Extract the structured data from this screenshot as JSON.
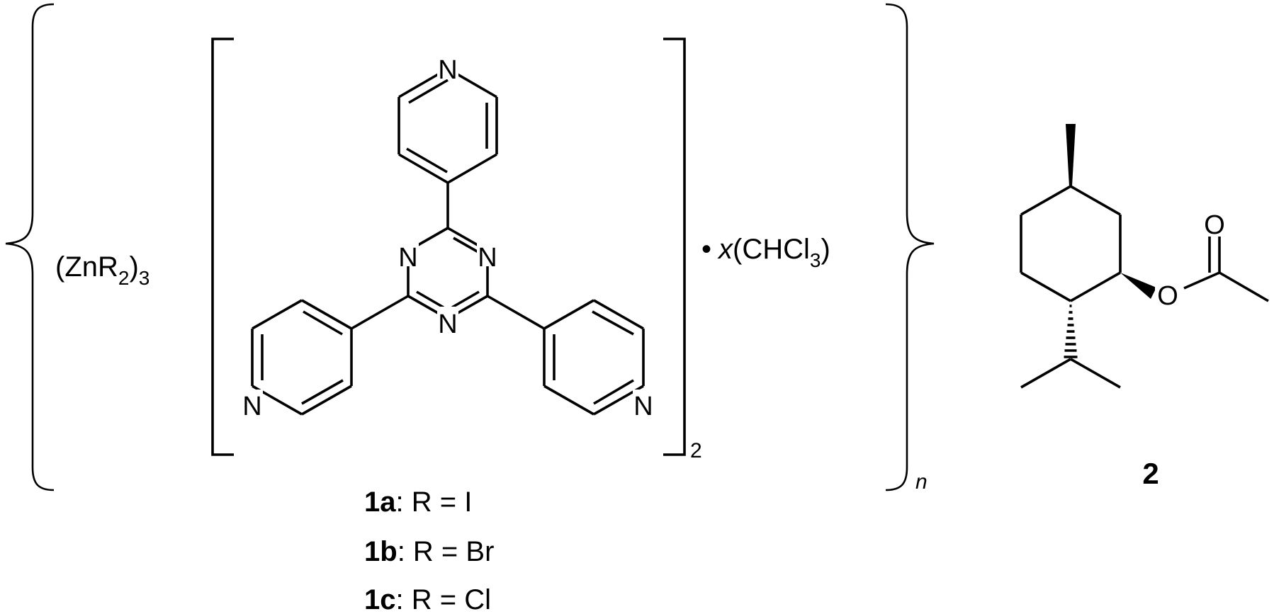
{
  "left_unit": {
    "open": "(ZnR",
    "subscript_2": "2",
    "close": ")",
    "subscript_3": "3"
  },
  "inner_subscript": "2",
  "solvate": {
    "dot": "•",
    "x": "x",
    "open": "(CHCl",
    "subscript": "3",
    "close": ")"
  },
  "polymer_subscript": "n",
  "atoms": {
    "N": "N",
    "O": "O"
  },
  "compound_1_labels": [
    {
      "id": "1a",
      "num": "1",
      "letter": "a",
      "sep": ": ",
      "text": "R = I"
    },
    {
      "id": "1b",
      "num": "1",
      "letter": "b",
      "sep": ": ",
      "text": "R = Br"
    },
    {
      "id": "1c",
      "num": "1",
      "letter": "c",
      "sep": ": ",
      "text": "R = Cl"
    }
  ],
  "compound_2_label": "2",
  "colors": {
    "ink": "#000000",
    "background": "#ffffff"
  }
}
